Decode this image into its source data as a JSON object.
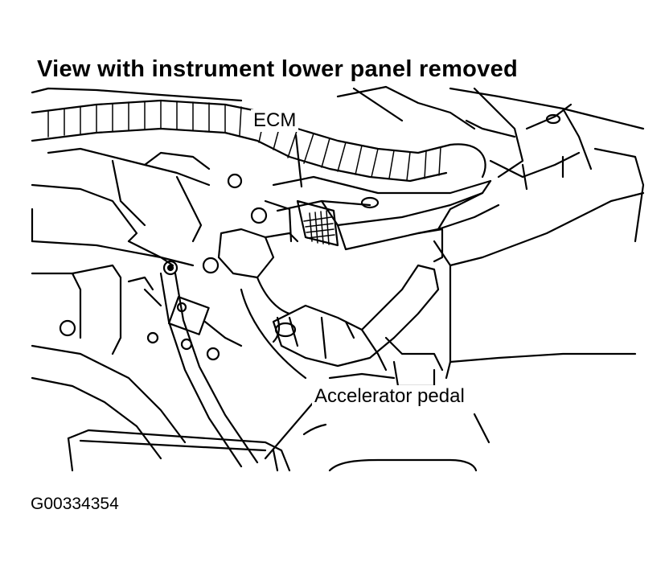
{
  "title": "View with instrument lower panel removed",
  "labels": {
    "ecm": "ECM",
    "accelerator_pedal": "Accelerator pedal"
  },
  "figure_id": "G00334354"
}
